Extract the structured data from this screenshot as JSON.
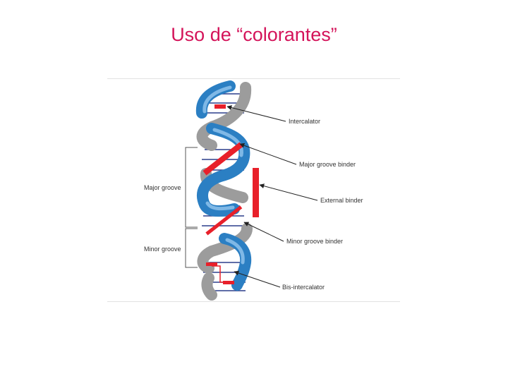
{
  "title": "Uso de “colorantes”",
  "figure": {
    "groove_labels": [
      "Major groove",
      "Minor groove"
    ],
    "binder_labels": [
      "Intercalator",
      "Major groove binder",
      "External binder",
      "Minor groove binder",
      "Bis-intercalator"
    ]
  },
  "colors": {
    "title": "#d4145a",
    "strand_blue": "#2b7fc3",
    "strand_grey": "#9a9a9a",
    "base_pair": "#2c3e8c",
    "binder_red": "#e8202a"
  }
}
